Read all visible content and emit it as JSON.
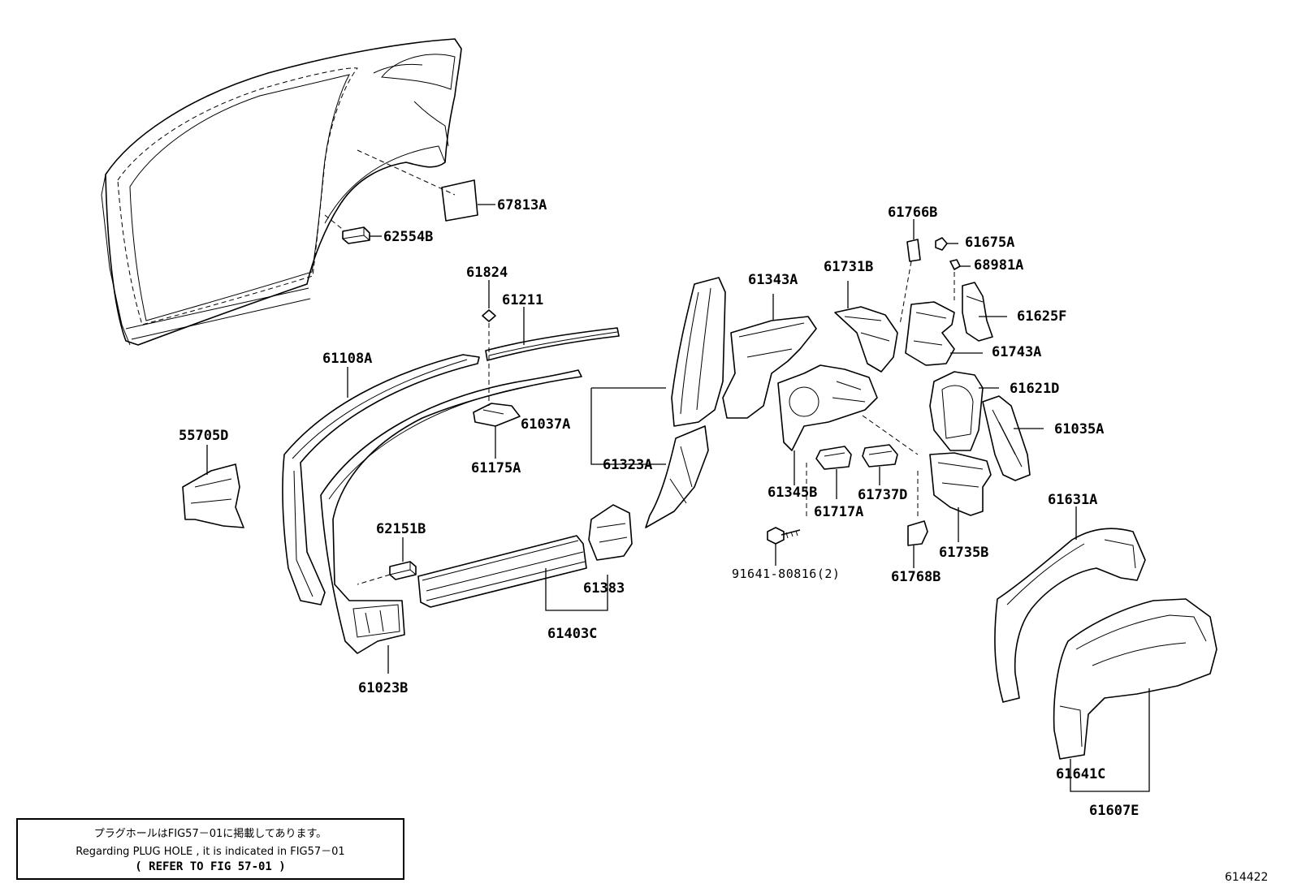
{
  "parts": [
    {
      "id": "p67813A",
      "label": "67813A"
    },
    {
      "id": "p62554B",
      "label": "62554B"
    },
    {
      "id": "p61824",
      "label": "61824"
    },
    {
      "id": "p61211",
      "label": "61211"
    },
    {
      "id": "p61108A",
      "label": "61108A"
    },
    {
      "id": "p55705D",
      "label": "55705D"
    },
    {
      "id": "p61037A",
      "label": "61037A"
    },
    {
      "id": "p61175A",
      "label": "61175A"
    },
    {
      "id": "p61323A",
      "label": "61323A"
    },
    {
      "id": "p62151B",
      "label": "62151B"
    },
    {
      "id": "p61383",
      "label": "61383"
    },
    {
      "id": "p61403C",
      "label": "61403C"
    },
    {
      "id": "p61023B",
      "label": "61023B"
    },
    {
      "id": "p61343A",
      "label": "61343A"
    },
    {
      "id": "p61731B",
      "label": "61731B"
    },
    {
      "id": "p61766B",
      "label": "61766B"
    },
    {
      "id": "p61675A",
      "label": "61675A"
    },
    {
      "id": "p68981A",
      "label": "68981A"
    },
    {
      "id": "p61625F",
      "label": "61625F"
    },
    {
      "id": "p61743A",
      "label": "61743A"
    },
    {
      "id": "p61621D",
      "label": "61621D"
    },
    {
      "id": "p61035A",
      "label": "61035A"
    },
    {
      "id": "p61345B",
      "label": "61345B"
    },
    {
      "id": "p61737D",
      "label": "61737D"
    },
    {
      "id": "p61717A",
      "label": "61717A"
    },
    {
      "id": "p91641",
      "label": "91641-80816(2)"
    },
    {
      "id": "p61768B",
      "label": "61768B"
    },
    {
      "id": "p61735B",
      "label": "61735B"
    },
    {
      "id": "p61631A",
      "label": "61631A"
    },
    {
      "id": "p61641C",
      "label": "61641C"
    },
    {
      "id": "p61607E",
      "label": "61607E"
    }
  ],
  "note": {
    "jp": "プラグホールはFIG57－01に掲載してあります。",
    "en": "Regarding PLUG HOLE , it is indicated in FIG57－01",
    "ref": "(  REFER TO FIG 57-01  )"
  },
  "page_id": "614422"
}
